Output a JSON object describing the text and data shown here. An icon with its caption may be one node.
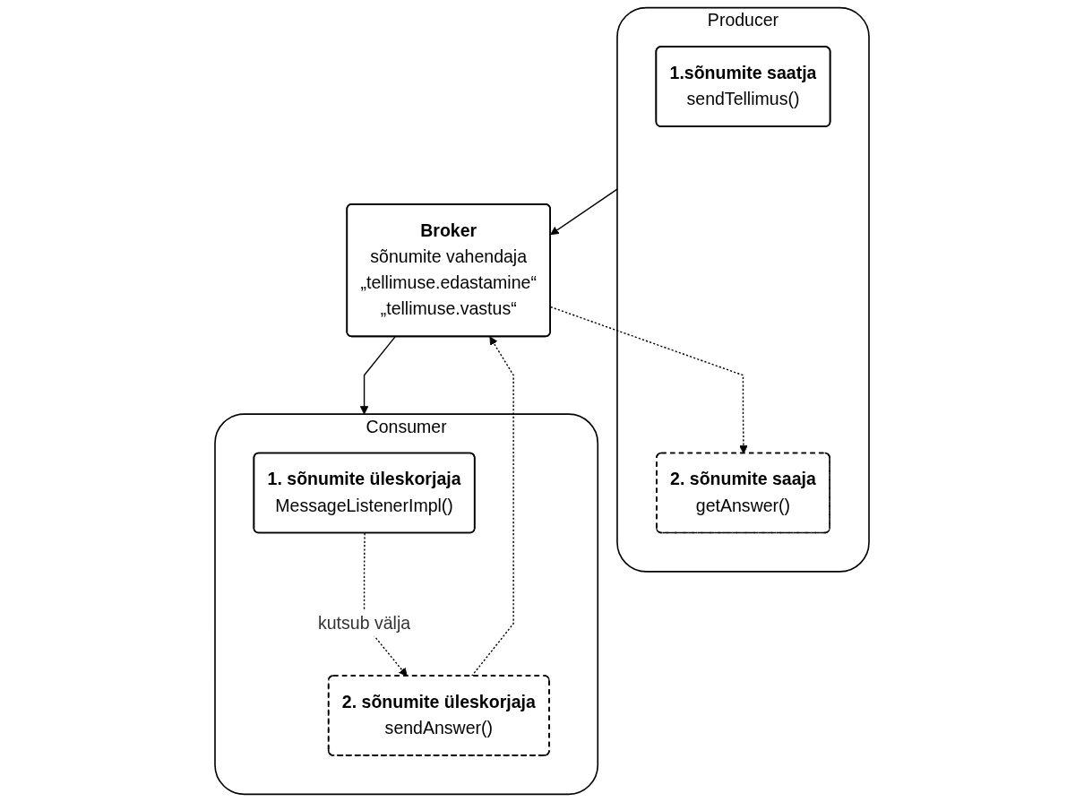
{
  "diagram": {
    "nodes": [
      {
        "text": [
          "Broker",
          "sõnumite vahendaja",
          "„tellimuse.edastamine“",
          "„tellimuse.vastus“"
        ]
      },
      {
        "text": [
          "Producer"
        ]
      },
      {
        "text": [
          "1.sõnumite saatja",
          "sendTellimus()"
        ],
        "in": 1
      },
      {
        "text": [
          "2. sõnumite saaja",
          "getAnswer()"
        ],
        "in": 1
      },
      {
        "text": [
          "Consumer"
        ]
      },
      {
        "text": [
          "1. sõnumite üleskorjaja",
          "MessageListenerImpl()"
        ],
        "in": 4
      },
      {
        "text": [
          "2. sõnumite üleskorjaja",
          "sendAnswer()"
        ],
        "in": 4
      }
    ],
    "edges": [
      {
        "from": 1,
        "to": 0,
        "arrow": "to"
      },
      {
        "from": 0,
        "to": 3,
        "arrow": "to",
        "style": "dashed"
      },
      {
        "from": 0,
        "to": 4,
        "arrow": "to"
      },
      {
        "from": 6,
        "to": 0,
        "arrow": "to",
        "style": "dashed"
      },
      {
        "from": 5,
        "to": 6,
        "arrow": "to",
        "style": "dashed",
        "label": "kutsub välja"
      }
    ]
  }
}
